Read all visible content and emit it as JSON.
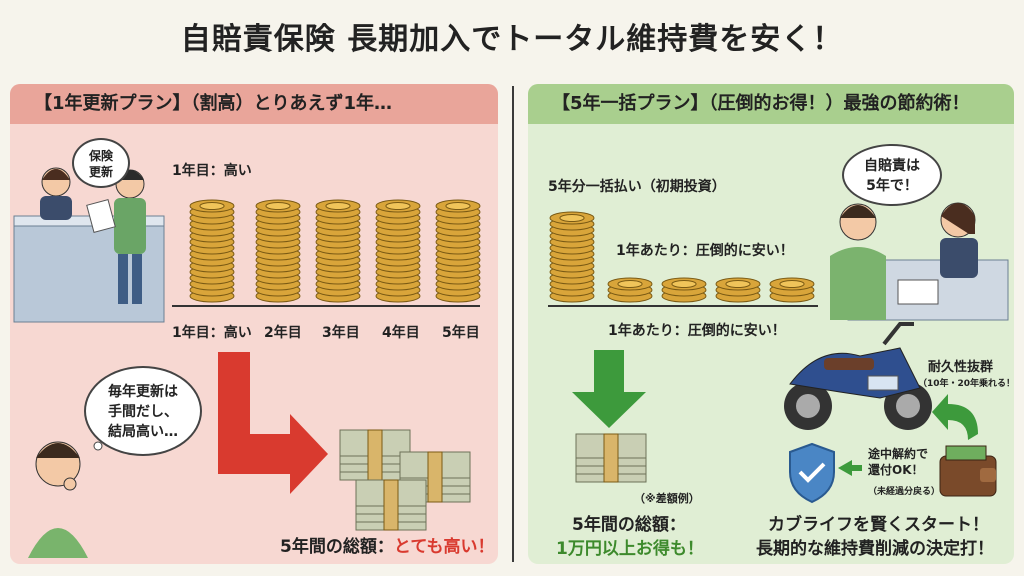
{
  "title": "自賠責保険 長期加入でトータル維持費を安く！",
  "left": {
    "header": "【1年更新プラン】（割高）とりあえず1年…",
    "bubble_counter": "保険\n更新",
    "year1_top": "1年目：高い",
    "years": [
      "1年目：高い",
      "2年目",
      "3年目",
      "4年目",
      "5年目"
    ],
    "thought": "毎年更新は\n手間だし、\n結局高い…",
    "total_prefix": "5年間の総額：",
    "total_emph": "とても高い！"
  },
  "right": {
    "header": "【5年一括プラン】（圧倒的お得！）最強の節約術！",
    "lump": "5年分一括払い（初期投資）",
    "per_year": "1年あたり：圧倒的に安い！",
    "per_year_bottom": "1年あたり：圧倒的に安い！",
    "bubble_staff": "自賠責は\n5年で！",
    "durability": "耐久性抜群",
    "durability_sub": "（10年・20年乗れる！）",
    "refund": "途中解約で\n還付OK！",
    "refund_sub": "（未経過分戻る）",
    "example": "（※差額例）",
    "total_line1": "5年間の総額：",
    "total_line2": "1万円以上お得も！",
    "closing1": "カブライフを賢くスタート！",
    "closing2": "長期的な維持費削減の決定打！"
  },
  "colors": {
    "left_bg": "#f7d8d2",
    "left_header": "#e9a59a",
    "right_bg": "#e0eed4",
    "right_header": "#a9cf8e",
    "red_arrow": "#d93a2f",
    "green_arrow": "#3d9a3c",
    "emphasis_red": "#d93a2f",
    "emphasis_green": "#3d8a2c"
  },
  "icons": [
    "coin-stack-icon",
    "cash-bundle-icon",
    "down-arrow-icon",
    "shield-icon",
    "wallet-icon",
    "motorbike-icon",
    "person-icon"
  ]
}
